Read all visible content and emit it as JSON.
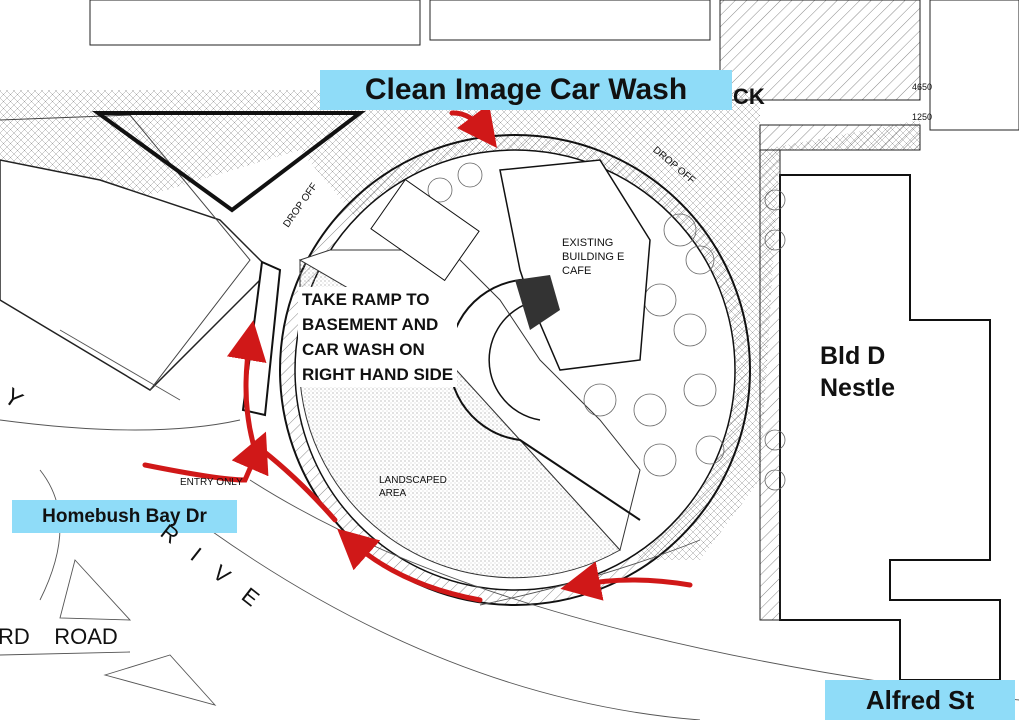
{
  "title_callout": "Clean Image Car Wash",
  "instruction": [
    "TAKE RAMP TO",
    "BASEMENT AND",
    "CAR WASH ON",
    "RIGHT HAND SIDE"
  ],
  "building_e": [
    "EXISTING",
    "BUILDING E",
    "CAFE"
  ],
  "drop_off_labels": [
    "DROP OFF",
    "DROP OFF"
  ],
  "building_d": [
    "Bld D",
    "Nestle"
  ],
  "landscaped": [
    "LANDSCAPED",
    "AREA"
  ],
  "entry_only": "ENTRY ONLY",
  "street_callouts": {
    "homebush": "Homebush Bay Dr",
    "alfred": "Alfred St"
  },
  "plan_street_text": {
    "drive": "R I V E",
    "road": "RD    ROAD",
    "y": "Y",
    "ck": "CK"
  },
  "dimensions": [
    "4650",
    "1250"
  ],
  "colors": {
    "callout_bg": "#8fdcf8",
    "route_arrow": "#d01818",
    "outline": "#111111"
  }
}
